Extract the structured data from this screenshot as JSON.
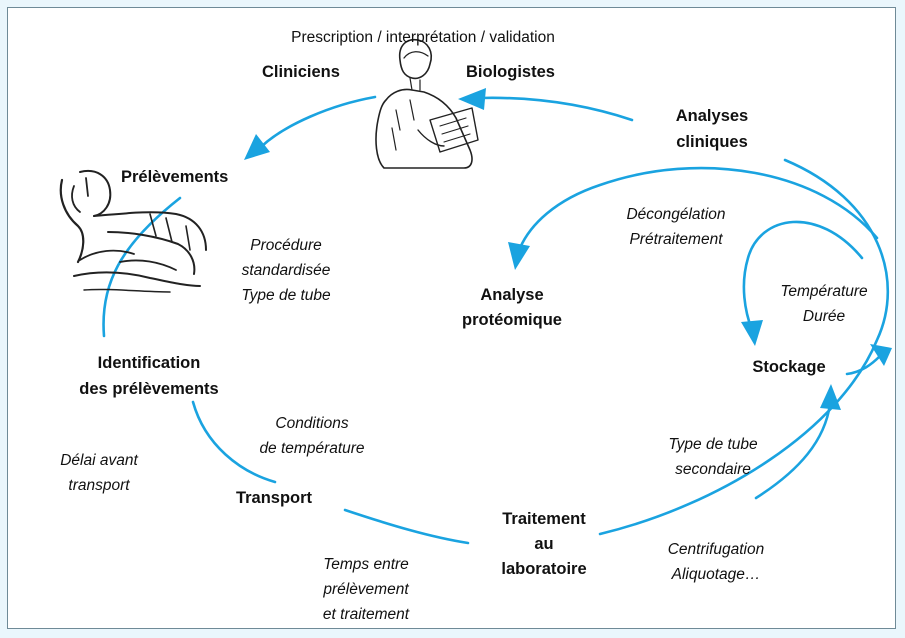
{
  "colors": {
    "arrow": "#1aa3e0",
    "border": "#6f8a97",
    "background": "#eaf6fc"
  },
  "icons": {
    "doctor": "doctor-illustration",
    "patient": "patient-illustration"
  },
  "labels": {
    "top_caption": "Prescription / interprétation / validation",
    "cliniciens": "Cliniciens",
    "biologistes": "Biologistes",
    "analyses_1": "Analyses",
    "analyses_2": "cliniques",
    "prelevements": "Prélèvements",
    "procedure_1": "Procédure",
    "procedure_2": "standardisée",
    "procedure_3": "Type de tube",
    "decong_1": "Décongélation",
    "decong_2": "Prétraitement",
    "proteo_1": "Analyse",
    "proteo_2": "protéomique",
    "temp_1": "Température",
    "temp_2": "Durée",
    "stockage": "Stockage",
    "ident_1": "Identification",
    "ident_2": "des prélèvements",
    "cond_1": "Conditions",
    "cond_2": "de température",
    "delai_1": "Délai avant",
    "delai_2": "transport",
    "transport": "Transport",
    "tube_sec_1": "Type de tube",
    "tube_sec_2": "secondaire",
    "trait_1": "Traitement",
    "trait_2": "au",
    "trait_3": "laboratoire",
    "centri_1": "Centrifugation",
    "centri_2": "Aliquotage…",
    "temps_1": "Temps entre",
    "temps_2": "prélèvement",
    "temps_3": "et traitement"
  }
}
